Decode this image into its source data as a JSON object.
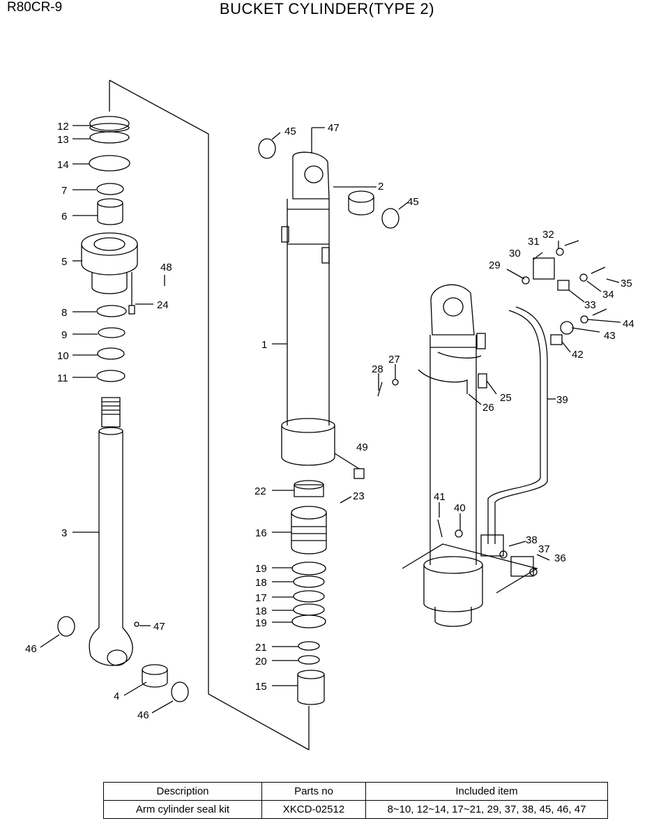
{
  "header": {
    "model": "R80CR-9",
    "title": "BUCKET CYLINDER(TYPE 2)"
  },
  "labels": [
    "12",
    "13",
    "14",
    "7",
    "6",
    "5",
    "48",
    "24",
    "8",
    "9",
    "10",
    "11",
    "3",
    "47",
    "46",
    "4",
    "46",
    "45",
    "47",
    "2",
    "45",
    "1",
    "49",
    "22",
    "23",
    "16",
    "19",
    "18",
    "17",
    "18",
    "19",
    "21",
    "20",
    "15",
    "32",
    "31",
    "30",
    "29",
    "35",
    "34",
    "33",
    "44",
    "43",
    "42",
    "25",
    "26",
    "27",
    "28",
    "39",
    "41",
    "40",
    "38",
    "37",
    "36"
  ],
  "kit_table": {
    "headers": [
      "Description",
      "Parts no",
      "Included item"
    ],
    "rows": [
      [
        "Arm cylinder seal kit",
        "XKCD-02512",
        "8~10, 12~14, 17~21, 29, 37, 38, 45, 46, 47"
      ]
    ]
  }
}
